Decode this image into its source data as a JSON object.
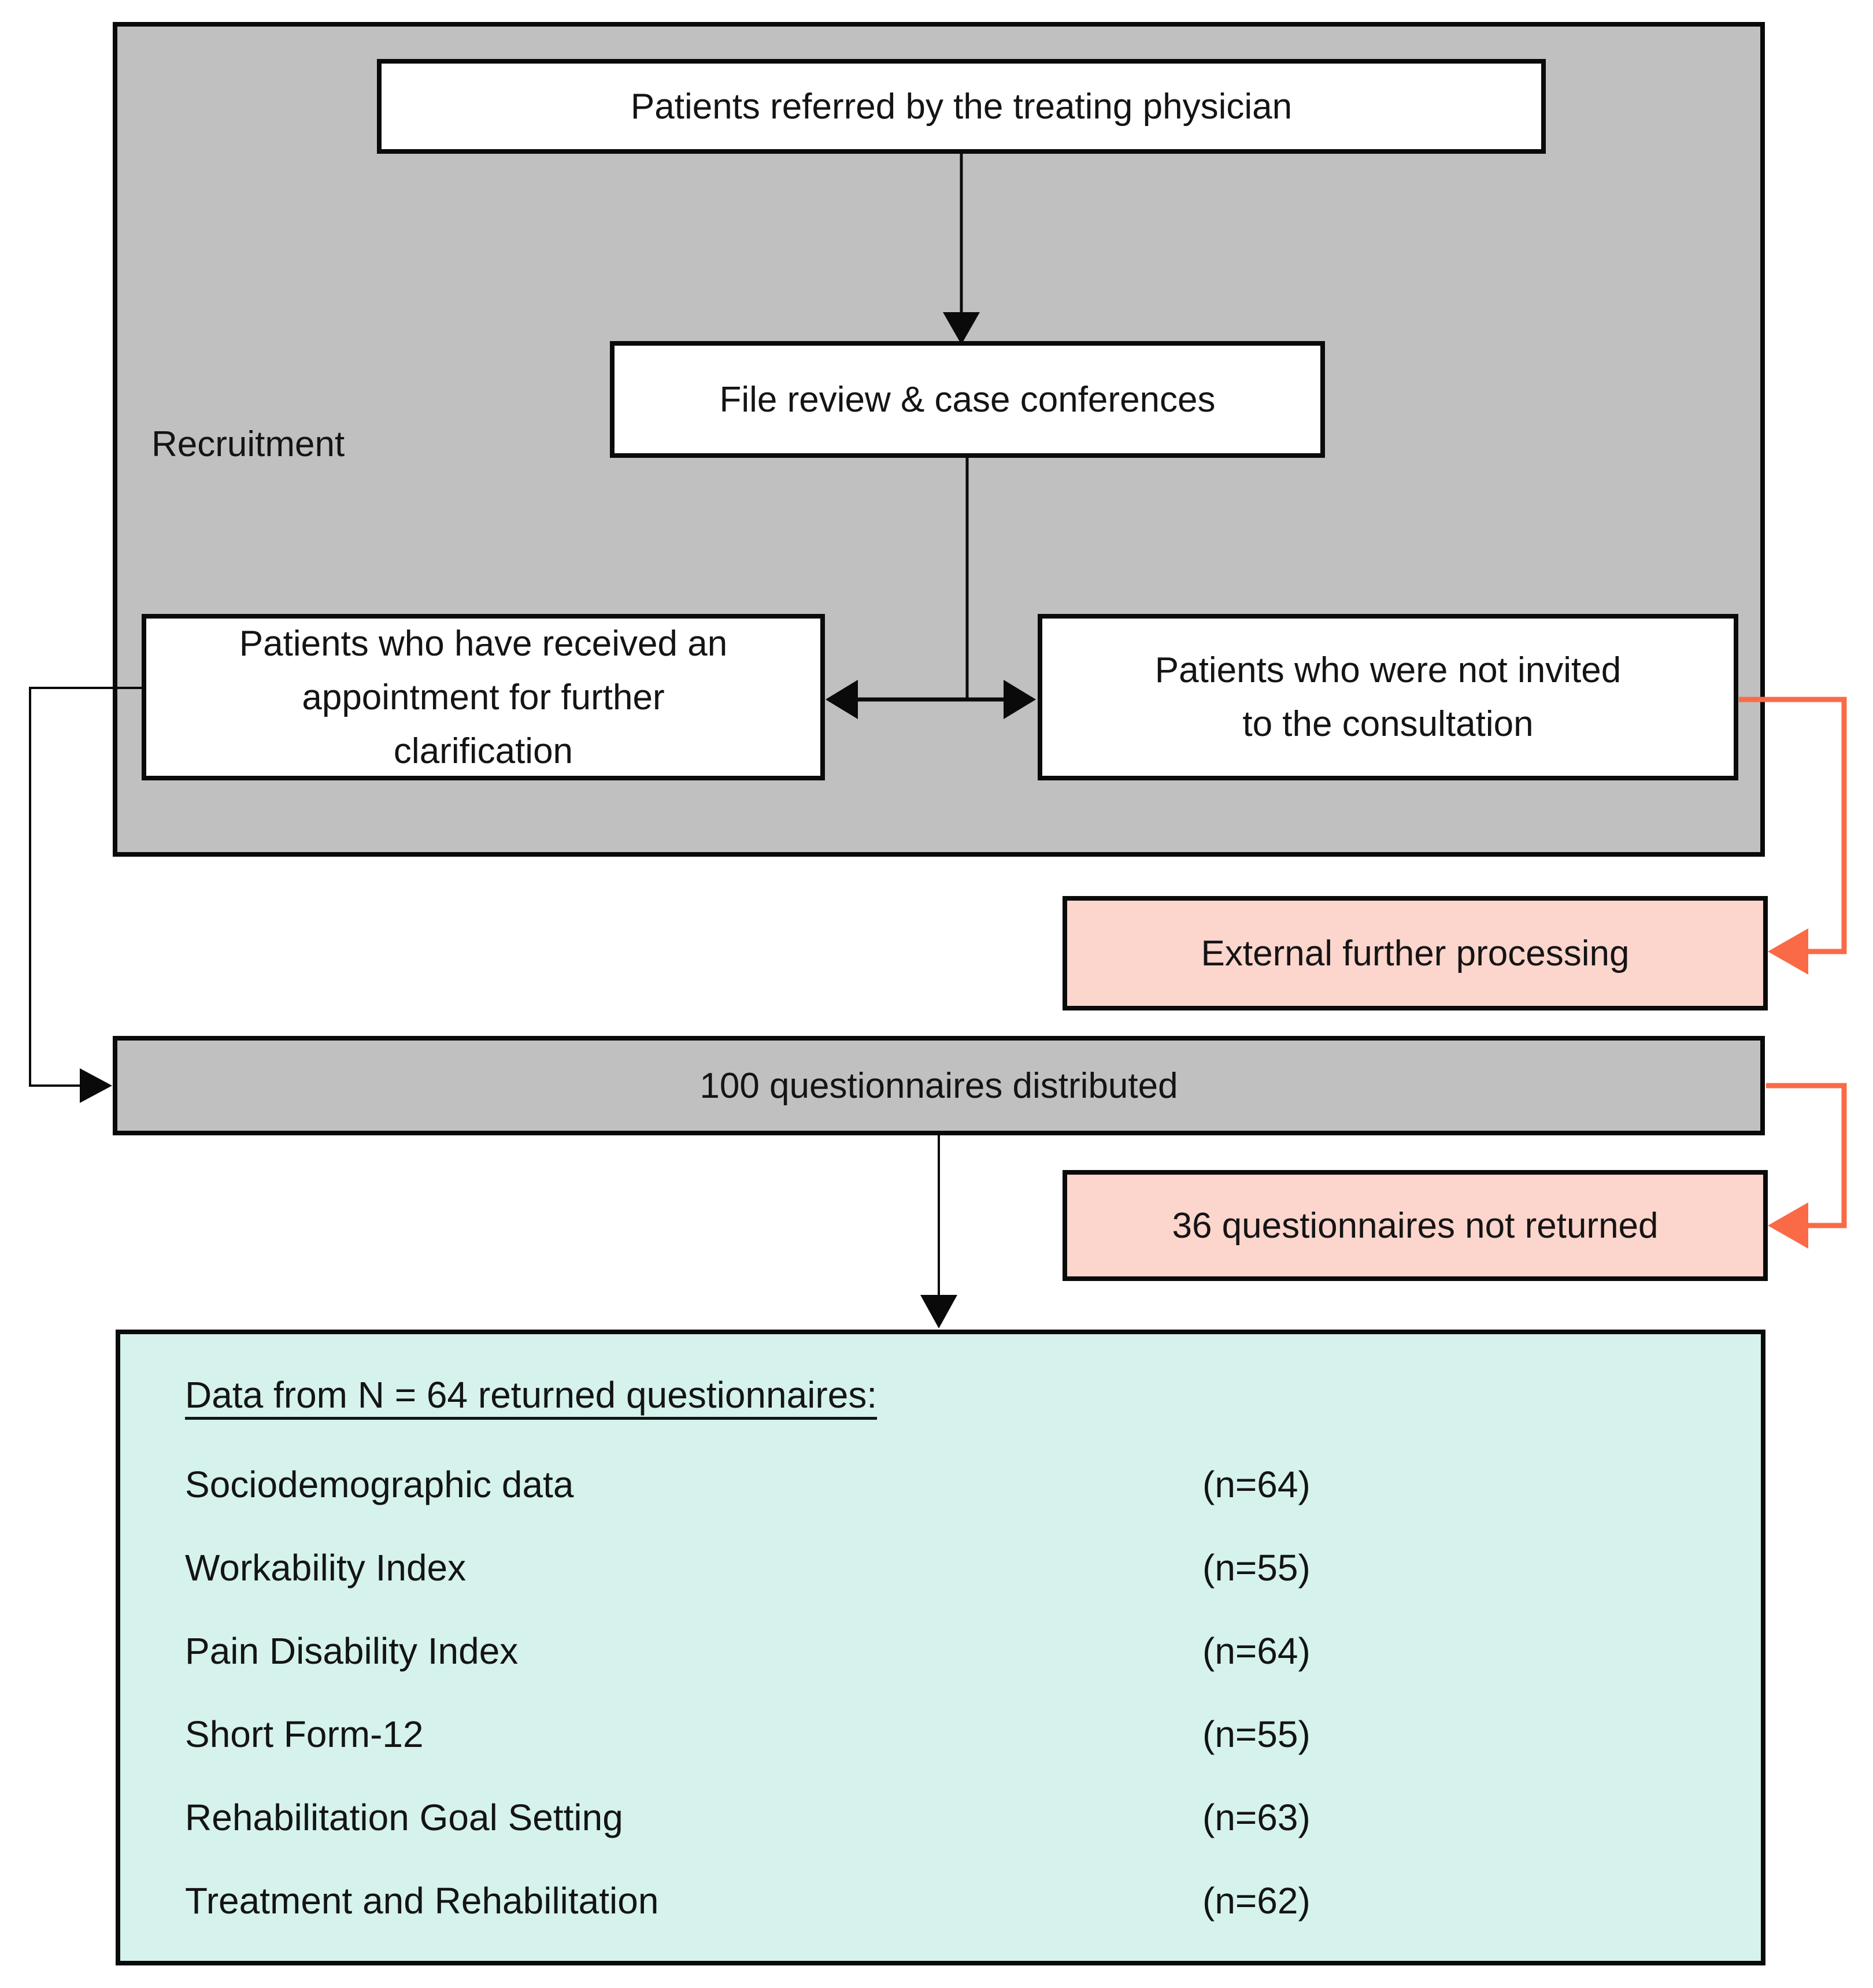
{
  "colors": {
    "container-gray": "#c0c0c1",
    "box-pink": "#fcd5cc",
    "box-teal": "#d5f2ec",
    "arrow-orange": "#fa6a47",
    "line-black": "#0a0a0a"
  },
  "flow": {
    "recruitment_label": "Recruitment",
    "referred_box": "Patients referred by the treating physician",
    "file_review_box": "File review & case conferences",
    "appointment_box_lines": [
      "Patients who have received an",
      "appointment for further",
      "clarification"
    ],
    "not_invited_box_lines": [
      "Patients who were not invited",
      "to the consultation"
    ],
    "external_box": "External further processing",
    "distributed_box": "100 questionnaires distributed",
    "not_returned_box": "36 questionnaires not returned"
  },
  "results": {
    "title": "Data from N = 64 returned questionnaires:",
    "rows": [
      {
        "label": "Sociodemographic data",
        "n": "(n=64)"
      },
      {
        "label": "Workability Index",
        "n": "(n=55)"
      },
      {
        "label": "Pain Disability Index",
        "n": "(n=64)"
      },
      {
        "label": "Short Form-12",
        "n": "(n=55)"
      },
      {
        "label": "Rehabilitation Goal Setting",
        "n": "(n=63)"
      },
      {
        "label": "Treatment and Rehabilitation",
        "n": "(n=62)"
      }
    ]
  }
}
